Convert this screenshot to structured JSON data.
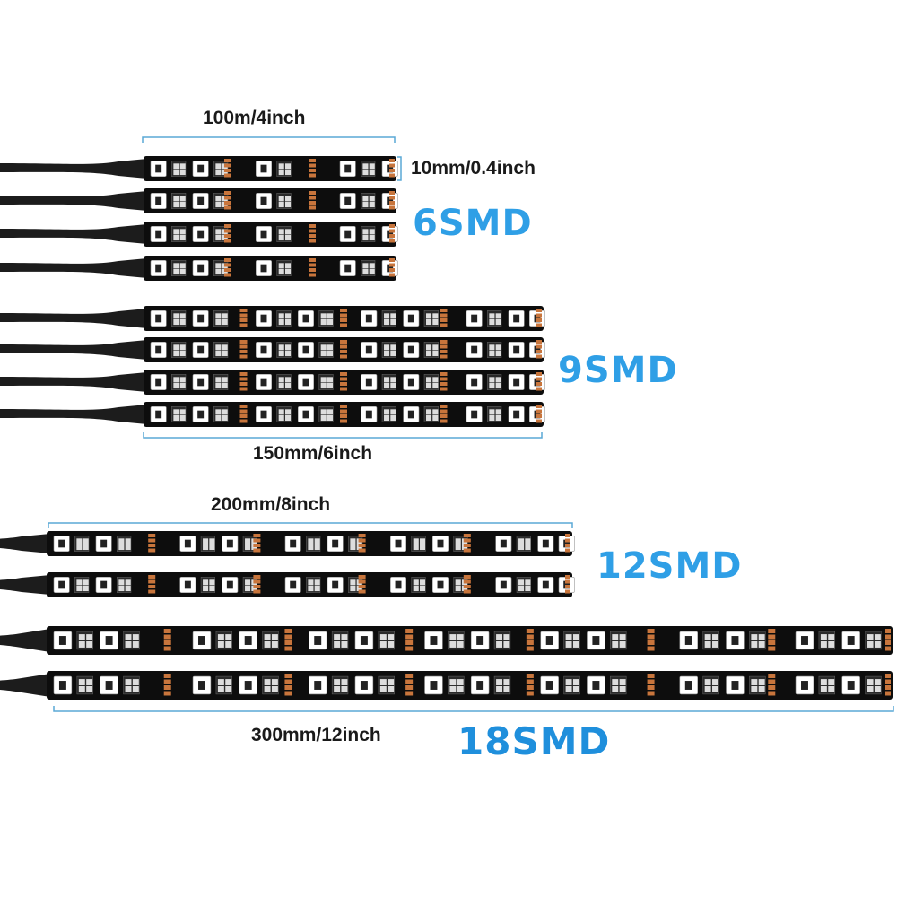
{
  "colors": {
    "cable": "#1c1c1c",
    "pcb": "#0d0d0d",
    "led_body": "#ffffff",
    "led_die": "#222222",
    "copper_pad": "#c8753c",
    "dimension_line": "#5aa9d6",
    "accent": "#2f9fe6"
  },
  "groups": [
    {
      "id": "g6",
      "label": "6SMD",
      "strip_count": 4,
      "length_label": "100m/4inch",
      "width_label": "10mm/0.4inch"
    },
    {
      "id": "g9",
      "label": "9SMD",
      "strip_count": 4,
      "length_label": "150mm/6inch"
    },
    {
      "id": "g12",
      "label": "12SMD",
      "strip_count": 2,
      "length_label": "200mm/8inch"
    },
    {
      "id": "g18",
      "label": "18SMD",
      "strip_count": 2,
      "length_label": "300mm/12inch"
    }
  ],
  "icons": {
    "strip": "led-strip-icon",
    "cable": "cable-icon"
  }
}
